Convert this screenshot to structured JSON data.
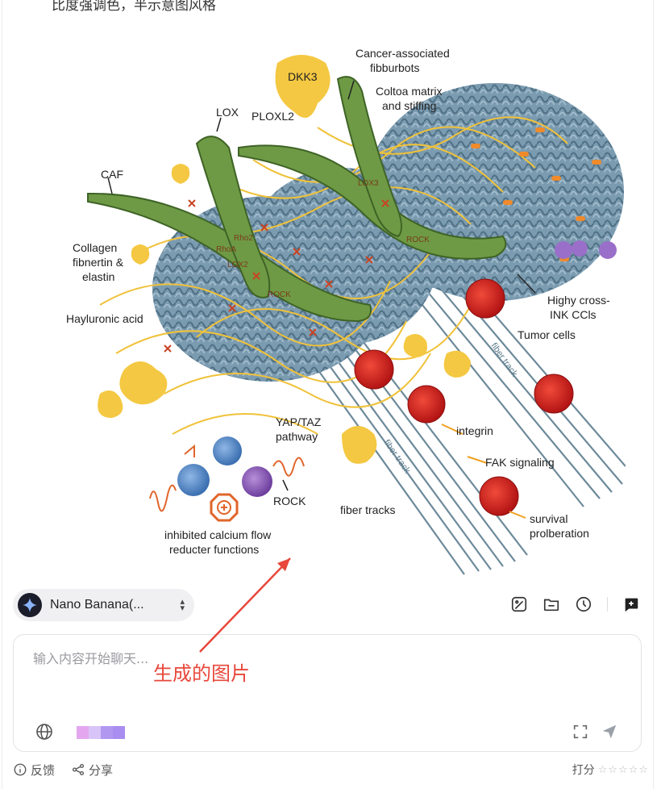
{
  "top_text": "比度强调色，半示意图风格",
  "image": {
    "labels": {
      "dkk3": "DKK3",
      "caf_assoc_1": "Cancer-associated",
      "caf_assoc_2": "fibburbots",
      "coltoa_1": "Coltoa matrix",
      "coltoa_2": "and stiffing",
      "lox": "LOX",
      "ploxl2": "PLOXL2",
      "caf": "CAF",
      "collagen_1": "Collagen",
      "collagen_2": "fibnertin &",
      "collagen_3": "elastin",
      "hyaluronic": "Hayluronic acid",
      "highly_1": "Highy cross-",
      "highly_2": "INK CCls",
      "tumor_cells": "Tumor cells",
      "yap_1": "YAP/TAZ",
      "yap_2": "pathway",
      "integrin": "integrin",
      "fak": "FAK signaling",
      "rock": "ROCK",
      "fiber_tracks": "fiber tracks",
      "survival_1": "survival",
      "survival_2": "prolberation",
      "inhibited_1": "inhibited calcium flow",
      "inhibited_2": "reducter functions",
      "fiber_track_a": "fiber track",
      "fiber_track_b": "fiber track",
      "rhoa": "RhoA",
      "rho2": "Rho2",
      "lox2": "LOX2",
      "rock_small": "ROCK",
      "rock_small2": "ROCK",
      "lox3": "LOX3"
    }
  },
  "model_selector": {
    "name": "Nano Banana(..."
  },
  "chat": {
    "placeholder": "输入内容开始聊天..."
  },
  "annotation": {
    "text": "生成的图片",
    "color": "#e8473b"
  },
  "footer": {
    "feedback": "反馈",
    "share": "分享",
    "rating_label": "打分",
    "stars": 5
  },
  "colors": {
    "accent": "#e8473b",
    "caf_green": "#6e9a45",
    "ecm_blue": "#5b7e95",
    "tumor_red": "#d32626",
    "fiber_yellow": "#f0c23a"
  }
}
